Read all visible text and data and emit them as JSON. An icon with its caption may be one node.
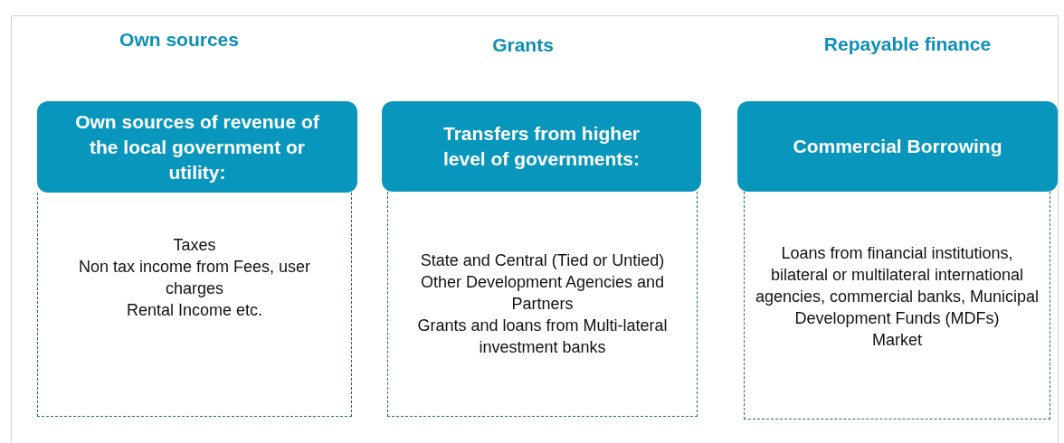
{
  "diagram": {
    "nodes": [
      {
        "text": [
          "Own sources of revenue of the local government or utility:"
        ]
      },
      {
        "text": [
          "Taxes",
          "Non tax income from Fees, user charges",
          "Rental Income etc."
        ]
      },
      {
        "text": [
          "Transfers from higher level of governments:"
        ]
      },
      {
        "text": [
          "State and Central (Tied or Untied)",
          "Other Development Agencies and Partners",
          "Grants and loans from Multi-lateral investment banks"
        ]
      },
      {
        "text": [
          "Commercial Borrowing"
        ]
      },
      {
        "text": [
          "Loans from financial institutions, bilateral or multilateral international agencies, commercial banks, Municipal Development Funds (MDFs)",
          "Market"
        ]
      }
    ],
    "edges": [],
    "labels": [
      "Own sources",
      "Grants",
      "Repayable finance"
    ]
  }
}
